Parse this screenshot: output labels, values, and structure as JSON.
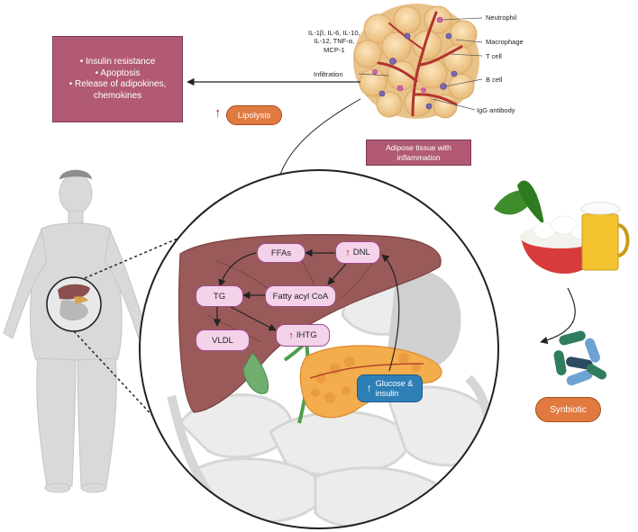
{
  "adipose": {
    "cytokines_line1": "IL-1β, IL-6, IL-10,",
    "cytokines_line2": "IL-12, TNF-α,",
    "cytokines_line3": "MCP-1",
    "infiltration": "Infiltration",
    "cells": [
      "Neutrophil",
      "Macrophage",
      "T cell",
      "B cell",
      "IgG antibody"
    ],
    "label_line1": "Adipose tissue with",
    "label_line2": "inflammation"
  },
  "effects": {
    "items": [
      "• Insulin resistance",
      "• Apoptosis",
      "• Release of adipokines,",
      "chemokines"
    ]
  },
  "lipolysis": {
    "label": "Lipolysis",
    "arrow": "↑"
  },
  "liver": {
    "ffas": "FFAs",
    "dnl": "DNL",
    "tg": "TG",
    "fatty_acyl_coa": "Fatty acyl CoA",
    "vldl": "VLDL",
    "ihtg": "IHTG",
    "up_arrow": "↑"
  },
  "glucose": {
    "line1": "Glucose &",
    "line2": "insulin",
    "arrow": "↑"
  },
  "synbiotic": {
    "label": "Synbiotic"
  },
  "colors": {
    "box_fill": "#b25a73",
    "pill_fill": "#f4d2ea",
    "pill_border": "#9e4d8a",
    "orange": "#e07a3f",
    "blue": "#2f7fb7",
    "liver": "#9b5a5a",
    "fat": "#efc98f"
  }
}
